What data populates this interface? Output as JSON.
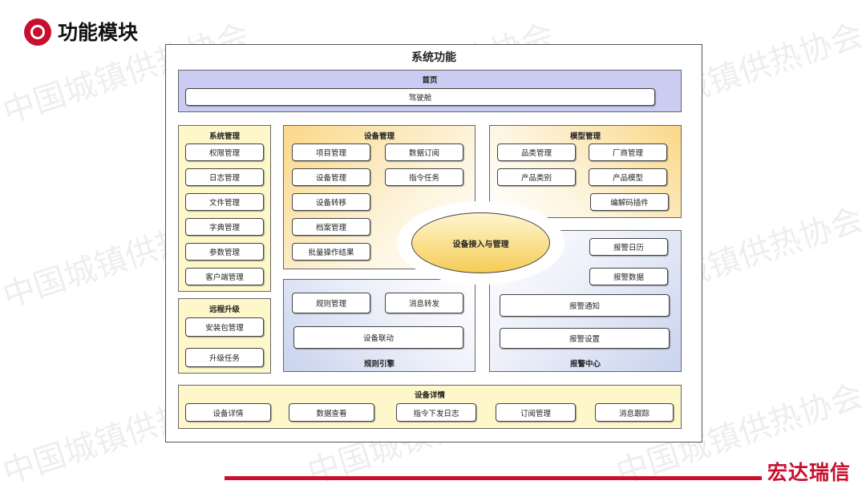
{
  "header": {
    "title": "功能模块"
  },
  "watermark": "中国城镇供热协会",
  "system": {
    "title": "系统功能"
  },
  "home": {
    "title": "首页",
    "items": [
      "驾驶舱"
    ]
  },
  "sys_mgmt": {
    "title": "系统管理",
    "items": [
      "权限管理",
      "日志管理",
      "文件管理",
      "字典管理",
      "参数管理",
      "客户端管理"
    ]
  },
  "remote": {
    "title": "远程升级",
    "items": [
      "安装包管理",
      "升级任务"
    ]
  },
  "device_mgmt": {
    "title": "设备管理",
    "items": [
      "项目管理",
      "数据订阅",
      "设备管理",
      "指令任务",
      "设备转移",
      "档案管理",
      "批量操作结果"
    ]
  },
  "model_mgmt": {
    "title": "模型管理",
    "items": [
      "品类管理",
      "厂商管理",
      "产品类别",
      "产品模型",
      "编解码插件"
    ]
  },
  "center": {
    "label": "设备接入与管理"
  },
  "rules": {
    "title": "规则引擎",
    "items": [
      "规则管理",
      "消息转发",
      "设备联动"
    ]
  },
  "alarm": {
    "title": "报警中心",
    "items": [
      "报警日历",
      "报警数据",
      "报警通知",
      "报警设置"
    ]
  },
  "detail": {
    "title": "设备详情",
    "items": [
      "设备详情",
      "数据查看",
      "指令下发日志",
      "订阅管理",
      "消息跟踪"
    ]
  },
  "brand": {
    "name": "宏达瑞信"
  },
  "colors": {
    "brand": "#c8102e",
    "home_bg": "#cccbf1",
    "yellow_bg": "#fdf7c9",
    "gradient_orange": "#fbd788",
    "gradient_blue": "#c9d3ee"
  }
}
